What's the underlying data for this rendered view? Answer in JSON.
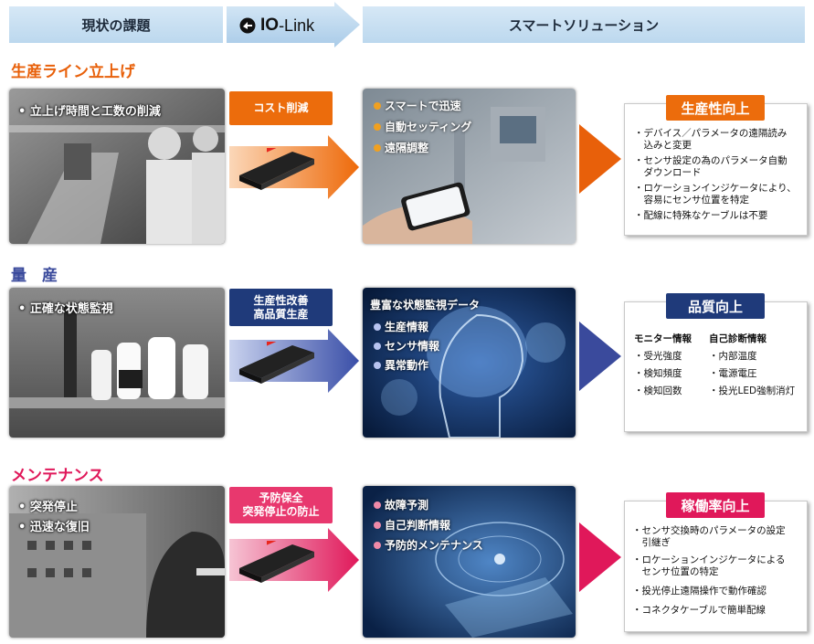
{
  "header": {
    "col1": "現状の課題",
    "iolink_bold": "IO",
    "iolink_rest": "-Link",
    "col3": "スマートソリューション"
  },
  "sections": [
    {
      "title": "生産ライン立上げ",
      "color": "#e8600a",
      "photo_labels": [
        "立上げ時間と工数の削減"
      ],
      "tag_lines": [
        "コスト削減"
      ],
      "solution_items": [
        "スマートで迅速",
        "自動セッティング",
        "遠隔調整"
      ],
      "result_title": "生産性向上",
      "result_lines": [
        "・デバイス／パラメータの遠隔読み",
        "　込みと変更",
        "・センサ設定の為のパラメータ自動",
        "　ダウンロード",
        "・ロケーションインジケータにより、",
        "　容易にセンサ位置を特定",
        "・配線に特殊なケーブルは不要"
      ]
    },
    {
      "title": "量　産",
      "color": "#3a4a9c",
      "photo_labels": [
        "正確な状態監視"
      ],
      "tag_lines": [
        "生産性改善",
        "高品質生産"
      ],
      "solution_header": "豊富な状態監視データ",
      "solution_items": [
        "生産情報",
        "センサ情報",
        "異常動作"
      ],
      "result_title": "品質向上",
      "result_col1_header": "モニター情報",
      "result_col1": [
        "・受光強度",
        "・検知頻度",
        "・検知回数"
      ],
      "result_col2_header": "自己診断情報",
      "result_col2": [
        "・内部温度",
        "・電源電圧",
        "・投光LED強制消灯"
      ]
    },
    {
      "title": "メンテナンス",
      "color": "#e0185a",
      "photo_labels": [
        "突発停止",
        "迅速な復旧"
      ],
      "tag_lines": [
        "予防保全",
        "突発停止の防止"
      ],
      "solution_items": [
        "故障予測",
        "自己判断情報",
        "予防的メンテナンス"
      ],
      "result_title": "稼働率向上",
      "result_lines": [
        "・センサ交換時のパラメータの設定",
        "　引継ぎ",
        "・ロケーションインジケータによる",
        "　センサ位置の特定",
        "・投光停止遠隔操作で動作確認",
        "・コネクタケーブルで簡単配線"
      ]
    }
  ]
}
